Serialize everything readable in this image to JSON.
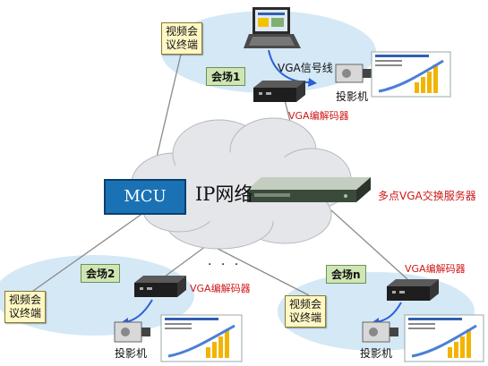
{
  "diagram": {
    "ip_network_label": "IP网络",
    "mcu_label": "MCU",
    "server_label": "多点VGA交换服务器",
    "venue1_label": "会场1",
    "venue2_label": "会场2",
    "venuen_label": "会场n",
    "vga_cable_label": "VGA信号线",
    "ellipsis": "· · ·",
    "terminal": {
      "line1": "视频会",
      "line2": "议终端"
    },
    "decoder_label": "VGA编解码器",
    "projector_label": "投影机"
  },
  "colors": {
    "venue_ellipse": "#cfe6f5",
    "terminal_fill": "#fff8c4",
    "venue_tag_fill": "#cfe6b4",
    "mcu_fill": "#1a72b5",
    "decoder_text": "#d01818",
    "signal_arrow": "#2c5fd6"
  }
}
